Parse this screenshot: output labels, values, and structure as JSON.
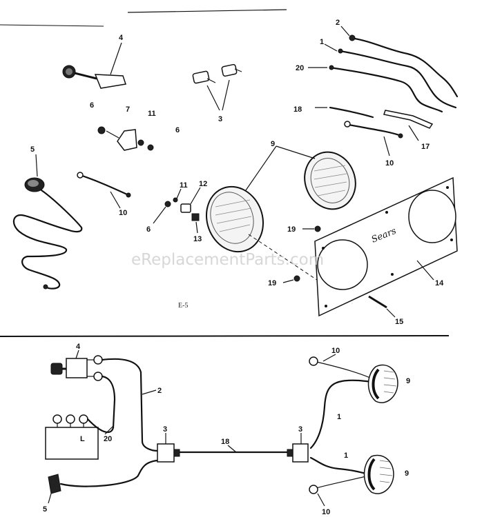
{
  "diagram": {
    "caption": "E-5",
    "brand_plate_text": "Sears",
    "watermark": "eReplacementParts.com",
    "module_label": "L",
    "top_callouts": {
      "c2": "2",
      "c1": "1",
      "c20": "20",
      "c4": "4",
      "c3": "3",
      "c6a": "6",
      "c7": "7",
      "c11a": "11",
      "c6b": "6",
      "c18": "18",
      "c17": "17",
      "c10a": "10",
      "c5": "5",
      "c9": "9",
      "c10b": "10",
      "c11b": "11",
      "c12": "12",
      "c6c": "6",
      "c13": "13",
      "c19a": "19",
      "c19b": "19",
      "c14": "14",
      "c15": "15"
    },
    "bottom_callouts": {
      "c4": "4",
      "c2": "2",
      "c20": "20",
      "c5": "5",
      "c3a": "3",
      "c18": "18",
      "c3b": "3",
      "c10a": "10",
      "c9a": "9",
      "c1a": "1",
      "c1b": "1",
      "c9b": "9",
      "c10b": "10"
    }
  }
}
